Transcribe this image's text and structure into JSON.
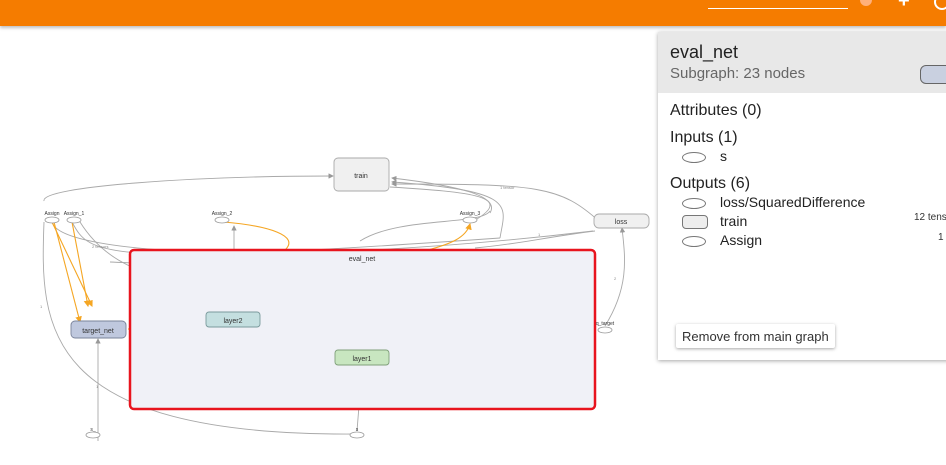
{
  "graph": {
    "nodes": {
      "train": "train",
      "loss": "loss",
      "assign": "Assign",
      "assign_1": "Assign_1",
      "assign_2": "Assign_2",
      "assign_3": "Assign_3",
      "eval_net": "eval_net",
      "layer1": "layer1",
      "layer2": "layer2",
      "target_net": "target_net",
      "q_target": "q_target",
      "s_bottom": "s",
      "s_left": "s_"
    },
    "colors": {
      "selected_border": "#e8141e",
      "subgraph_fill": "#f0f1f7",
      "layer1_fill": "#c8e6c0",
      "layer2_fill": "#c4dfe0",
      "target_net_fill": "#bfc8de",
      "ref_edge": "#f5a623"
    }
  },
  "panel": {
    "title": "eval_net",
    "subtitle": "Subgraph: 23 nodes",
    "attributes_header": "Attributes (0)",
    "inputs_header": "Inputs (1)",
    "inputs": [
      {
        "label": "s",
        "shape": "ellipse-icon"
      }
    ],
    "outputs_header": "Outputs (6)",
    "outputs": [
      {
        "label": "loss/SquaredDifference",
        "shape": "ellipse-icon",
        "info": ""
      },
      {
        "label": "train",
        "shape": "rect-icon",
        "info": "12 tens"
      },
      {
        "label": "Assign",
        "shape": "ellipse-icon",
        "info": "1"
      }
    ],
    "remove_button": "Remove from main graph"
  }
}
